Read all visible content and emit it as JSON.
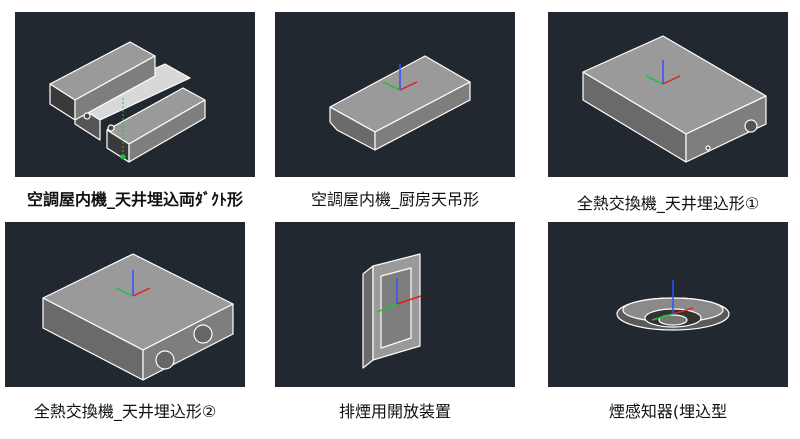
{
  "grid": {
    "items": [
      {
        "label": "空調屋内機_天井埋込両ﾀﾞｸﾄ形"
      },
      {
        "label": "空調屋内機_厨房天吊形"
      },
      {
        "label": "全熱交換機_天井埋込形①"
      },
      {
        "label": "全熱交換機_天井埋込形②"
      },
      {
        "label": "排煙用開放装置"
      },
      {
        "label": "煙感知器(埋込型"
      }
    ]
  },
  "colors": {
    "viewport_background": "#212830",
    "face_top": "#9a9a9a",
    "face_side": "#6a6a6a",
    "face_front": "#7e7e7e",
    "edge": "#ffffff",
    "axis_x": "#e02020",
    "axis_y": "#20c040",
    "axis_z": "#3050ff",
    "label_text": "#111111"
  }
}
